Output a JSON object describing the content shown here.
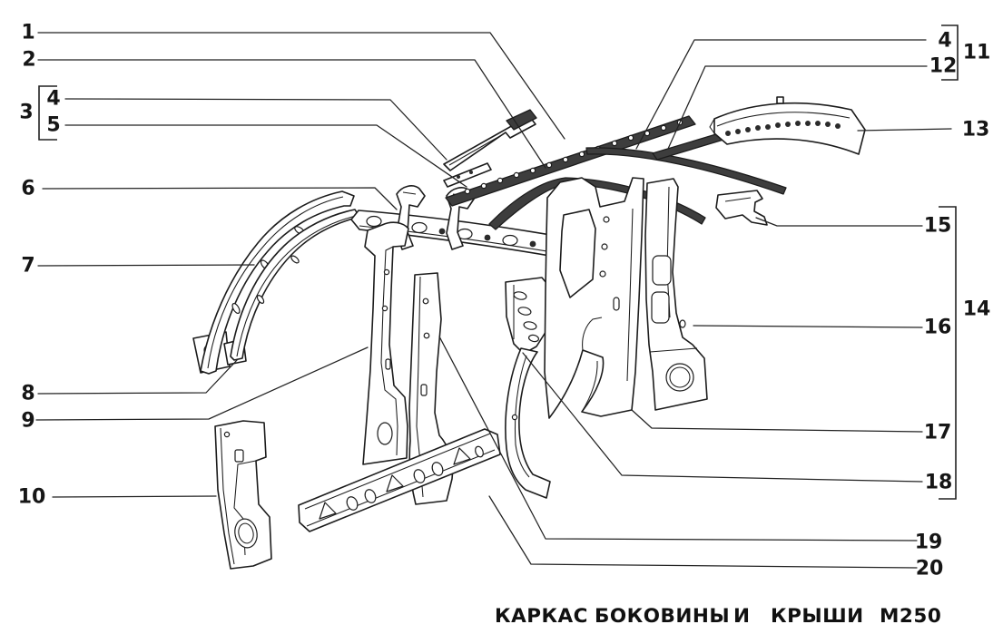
{
  "figure": {
    "caption": {
      "full": "КАРКАС БОКОВИНЫ И КРЫШИ М250",
      "words": [
        "КАРКАС",
        "БОКОВИНЫ",
        "И",
        "КРЫШИ",
        "М250"
      ]
    },
    "colors": {
      "background": "#ffffff",
      "line": "#1c1c1c",
      "dark_fill": "#3d3d3d"
    },
    "callouts": [
      {
        "n": "1"
      },
      {
        "n": "2"
      },
      {
        "n": "3"
      },
      {
        "n": "4"
      },
      {
        "n": "5"
      },
      {
        "n": "6"
      },
      {
        "n": "7"
      },
      {
        "n": "8"
      },
      {
        "n": "9"
      },
      {
        "n": "10"
      },
      {
        "n": "4"
      },
      {
        "n": "12"
      },
      {
        "n": "11"
      },
      {
        "n": "13"
      },
      {
        "n": "15"
      },
      {
        "n": "16"
      },
      {
        "n": "17"
      },
      {
        "n": "18"
      },
      {
        "n": "14"
      },
      {
        "n": "19"
      },
      {
        "n": "20"
      }
    ]
  }
}
